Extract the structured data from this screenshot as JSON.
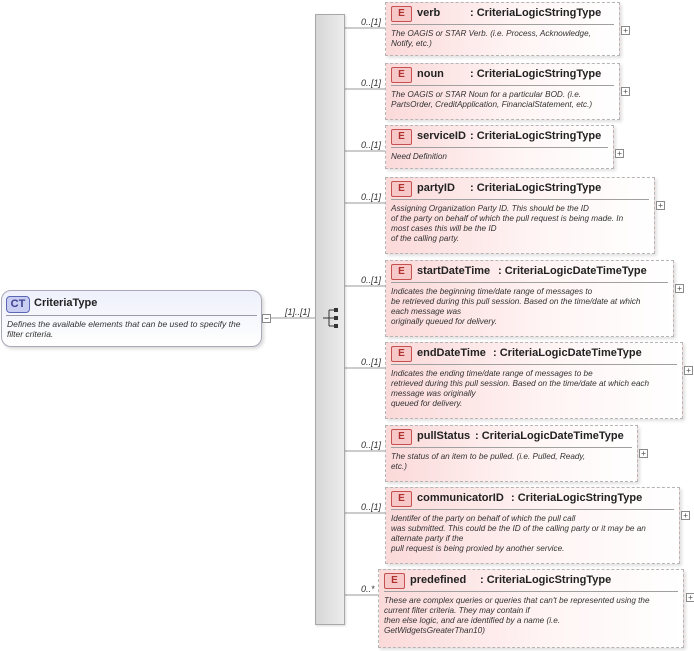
{
  "root": {
    "badge": "CT",
    "name": "CriteriaType",
    "doc": "Defines the available elements that can be used to specify the filter criteria.",
    "multiplicity": "[1]..[1]"
  },
  "element_badge": "E",
  "elements": [
    {
      "name": "verb",
      "type": ": CriteriaLogicStringType",
      "mult": "0..[1]",
      "doc": "The OAGIS or STAR Verb. (i.e. Process, Acknowledge,\nNotify, etc.)"
    },
    {
      "name": "noun",
      "type": ": CriteriaLogicStringType",
      "mult": "0..[1]",
      "doc": "The OAGIS or STAR Noun for a particular BOD. (i.e.\nPartsOrder, CreditApplication, FinancialStatement, etc.)"
    },
    {
      "name": "serviceID",
      "type": ": CriteriaLogicStringType",
      "mult": "0..[1]",
      "doc": "Need Definition"
    },
    {
      "name": "partyID",
      "type": ": CriteriaLogicStringType",
      "mult": "0..[1]",
      "doc": "Assigning Organization Party ID. This should be the ID\nof the party on behalf of which the pull request is being made. In\nmost cases this will be the ID\nof the calling party."
    },
    {
      "name": "startDateTime",
      "type": ": CriteriaLogicDateTimeType",
      "mult": "0..[1]",
      "doc": "Indicates the beginning time/date range of messages to\nbe retrieved during this pull session. Based on the time/date at which\neach message was\noriginally queued for delivery."
    },
    {
      "name": "endDateTime",
      "type": ": CriteriaLogicDateTimeType",
      "mult": "0..[1]",
      "doc": "Indicates the ending time/date range of messages to be\nretrieved during this pull session. Based on the time/date at which each\nmessage was originally\nqueued for delivery."
    },
    {
      "name": "pullStatus",
      "type": ": CriteriaLogicDateTimeType",
      "mult": "0..[1]",
      "doc": "The status of an item to be pulled. (i.e. Pulled, Ready,\netc.)"
    },
    {
      "name": "communicatorID",
      "type": ": CriteriaLogicStringType",
      "mult": "0..[1]",
      "doc": "Identifer of the party on behalf of which the pull call\nwas submitted. This could be the ID of the calling party or it may be an\nalternate party if the\npull request is being proxied by another service."
    },
    {
      "name": "predefined",
      "type": ": CriteriaLogicStringType",
      "mult": "0..*",
      "doc": "These are complex queries or queries that can't be represented using the\ncurrent filter criteria. They may contain if\nthen else logic, and are identified by a name (i.e.\nGetWidgetsGreaterThan10)"
    }
  ],
  "colors": {
    "element_fill": "#fbd9d9",
    "element_badge": "#c55050",
    "complex_type_fill": "#eef0fb",
    "complex_type_badge": "#5b66b5",
    "connector": "#9a9a9a"
  }
}
